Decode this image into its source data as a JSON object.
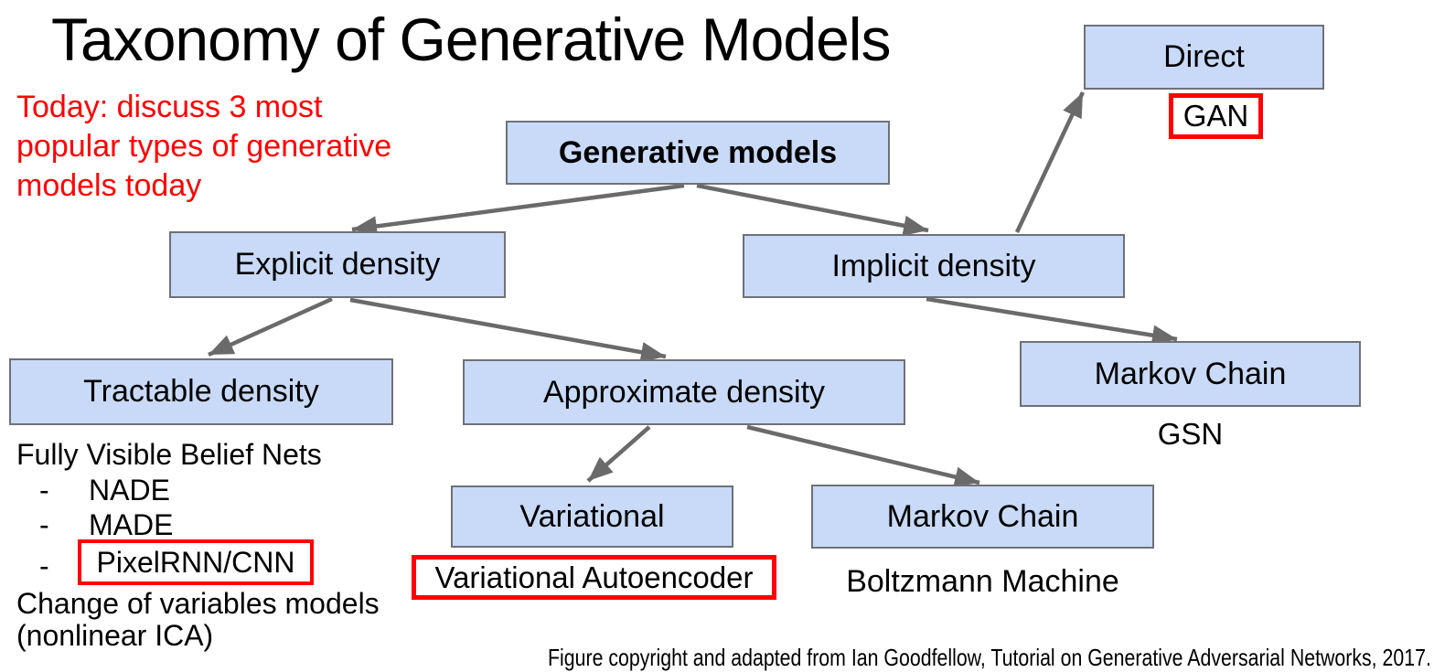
{
  "title": "Taxonomy of Generative Models",
  "note": {
    "lines": [
      "Today: discuss 3 most",
      "popular types of generative",
      "models today"
    ]
  },
  "bullet": "-",
  "nodes": {
    "generative": {
      "label": "Generative models"
    },
    "explicit": {
      "label": "Explicit density"
    },
    "implicit": {
      "label": "Implicit density"
    },
    "direct": {
      "label": "Direct"
    },
    "tractable": {
      "label": "Tractable density"
    },
    "approximate": {
      "label": "Approximate density"
    },
    "variational": {
      "label": "Variational"
    },
    "markov_chain_bottom": {
      "label": "Markov Chain"
    },
    "markov_chain_right": {
      "label": "Markov Chain"
    }
  },
  "annotations": {
    "gan": "GAN",
    "gsn": "GSN",
    "vae": "Variational Autoencoder",
    "boltzmann": "Boltzmann Machine",
    "fvbn_heading": "Fully Visible Belief Nets",
    "fvbn_items": [
      "NADE",
      "MADE",
      "PixelRNN/CNN"
    ],
    "change_line": "Change of variables models",
    "ica_line": "(nonlinear ICA)"
  },
  "edges": [
    {
      "from": "generative",
      "to": "explicit"
    },
    {
      "from": "generative",
      "to": "implicit"
    },
    {
      "from": "implicit",
      "to": "direct"
    },
    {
      "from": "implicit",
      "to": "markov_chain_right"
    },
    {
      "from": "explicit",
      "to": "tractable"
    },
    {
      "from": "explicit",
      "to": "approximate"
    },
    {
      "from": "approximate",
      "to": "variational"
    },
    {
      "from": "approximate",
      "to": "markov_chain_bottom"
    }
  ],
  "colors": {
    "node_fill": "#c9daf8",
    "node_border": "#6e7177",
    "arrow": "#6a6a6a",
    "highlight_red": "#ff0000"
  },
  "footer": "Figure copyright and adapted from Ian Goodfellow, Tutorial on Generative Adversarial Networks, 2017."
}
